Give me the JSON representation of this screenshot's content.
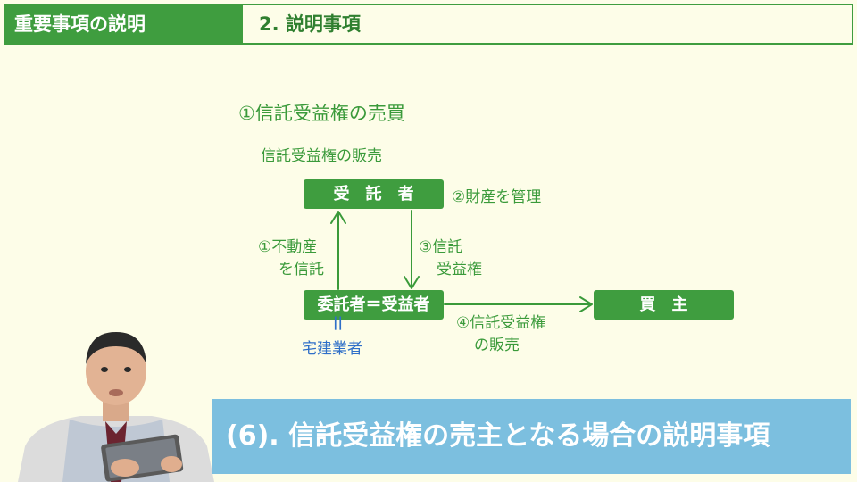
{
  "header": {
    "section": "重要事項の説明",
    "subsection": "2. 説明事項"
  },
  "diagram": {
    "heading": "①信託受益権の売買",
    "subheading": "信託受益権の販売",
    "trustee": "受　託　者",
    "trustee_note": "②財産を管理",
    "settlor": "委託者＝受益者",
    "buyer": "買　主",
    "step1_line1": "①不動産",
    "step1_line2": "を信託",
    "step3_line1": "③信託",
    "step3_line2": "受益権",
    "step4_line1": "④信託受益権",
    "step4_line2": "の販売",
    "equal_mark": "||",
    "realtor": "宅建業者"
  },
  "banner": {
    "title": "(6). 信託受益権の売主となる場合の説明事項"
  },
  "colors": {
    "accent_green": "#3f9d3f",
    "banner_blue": "#7cbfdf",
    "realtor_blue": "#2f6fc8",
    "background": "#fdfde8"
  }
}
